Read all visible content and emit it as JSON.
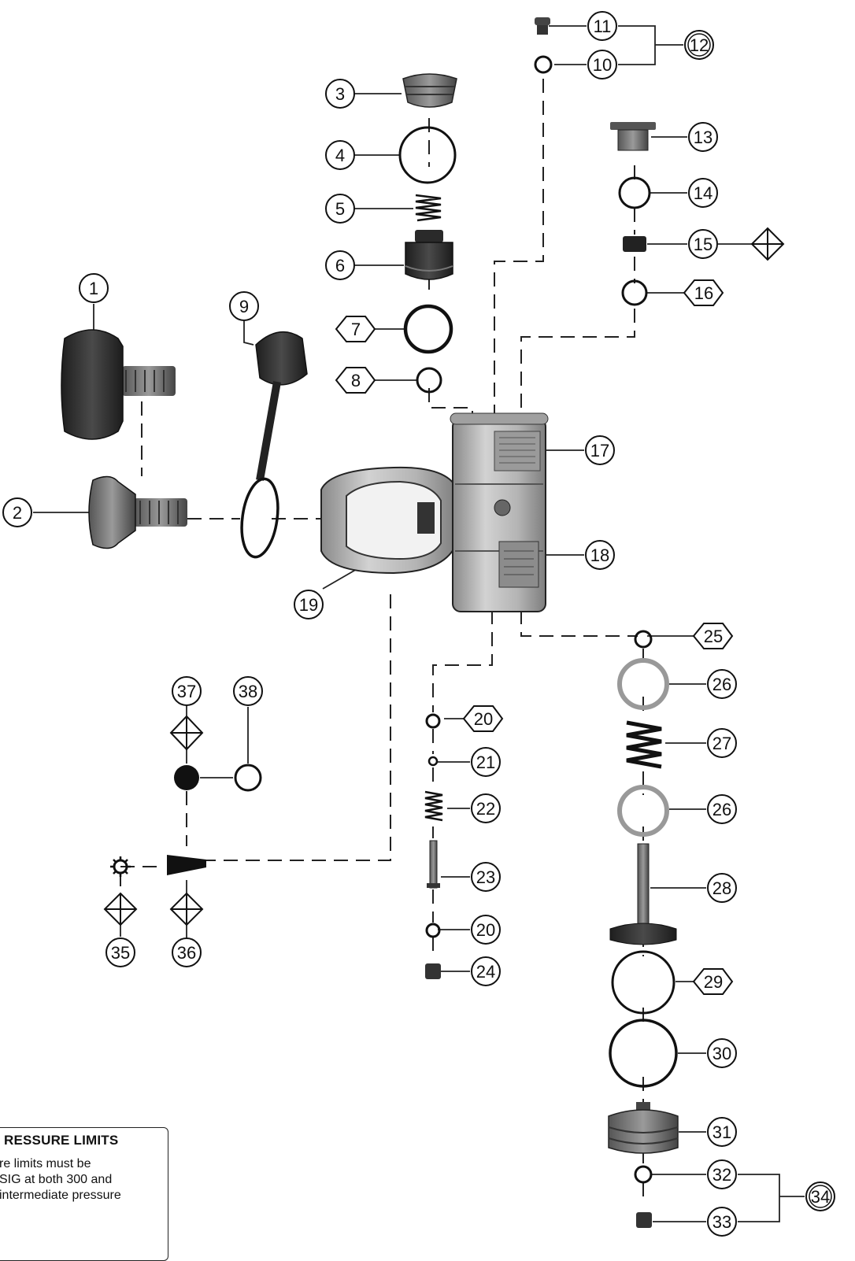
{
  "callouts": {
    "p1": "1",
    "p2": "2",
    "p3": "3",
    "p4": "4",
    "p5": "5",
    "p6": "6",
    "p7": "7",
    "p8": "8",
    "p9": "9",
    "p10": "10",
    "p11": "11",
    "p12": "12",
    "p13": "13",
    "p14": "14",
    "p15": "15",
    "p16": "16",
    "p17": "17",
    "p18": "18",
    "p19": "19",
    "p20a": "20",
    "p20b": "20",
    "p21": "21",
    "p22": "22",
    "p23": "23",
    "p24": "24",
    "p25": "25",
    "p26a": "26",
    "p26b": "26",
    "p27": "27",
    "p28": "28",
    "p29": "29",
    "p30": "30",
    "p31": "31",
    "p32": "32",
    "p33": "33",
    "p34": "34",
    "p35": "35",
    "p36": "36",
    "p37": "37",
    "p38": "38"
  },
  "note": {
    "title": "RESSURE LIMITS",
    "lines": [
      "re limits must be",
      "SIG at both 300 and",
      "intermediate pressure"
    ]
  }
}
